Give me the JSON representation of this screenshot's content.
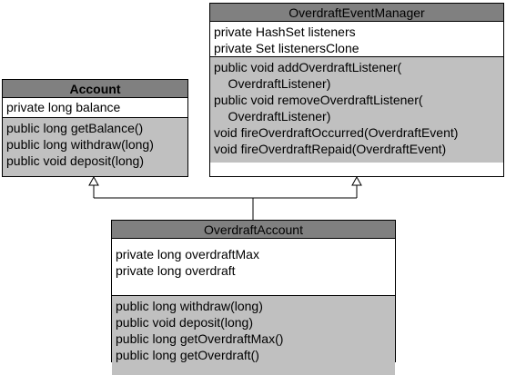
{
  "classes": {
    "event_manager": {
      "name": "OverdraftEventManager",
      "attributes": [
        "private HashSet listeners",
        "private Set listenersClone"
      ],
      "operations": [
        "public void addOverdraftListener(",
        "    OverdraftListener)",
        "public void removeOverdraftListener(",
        "    OverdraftListener)",
        "void fireOverdraftOccurred(OverdraftEvent)",
        "void fireOverdraftRepaid(OverdraftEvent)"
      ]
    },
    "account": {
      "name": "Account",
      "attributes": [
        "private long balance"
      ],
      "operations": [
        "public long getBalance()",
        "public long withdraw(long)",
        "public void deposit(long)"
      ]
    },
    "overdraft_account": {
      "name": "OverdraftAccount",
      "attributes": [
        "private long overdraftMax",
        "private long overdraft"
      ],
      "operations": [
        "public long withdraw(long)",
        "public void deposit(long)",
        "public long getOverdraftMax()",
        "public long getOverdraft()"
      ]
    }
  },
  "relationships": [
    {
      "type": "generalization",
      "from": "OverdraftAccount",
      "to": "Account"
    },
    {
      "type": "generalization",
      "from": "OverdraftAccount",
      "to": "OverdraftEventManager"
    }
  ],
  "colors": {
    "header": "#808080",
    "attributes": "#ffffff",
    "operations": "#c0c0c0",
    "line": "#000000"
  }
}
